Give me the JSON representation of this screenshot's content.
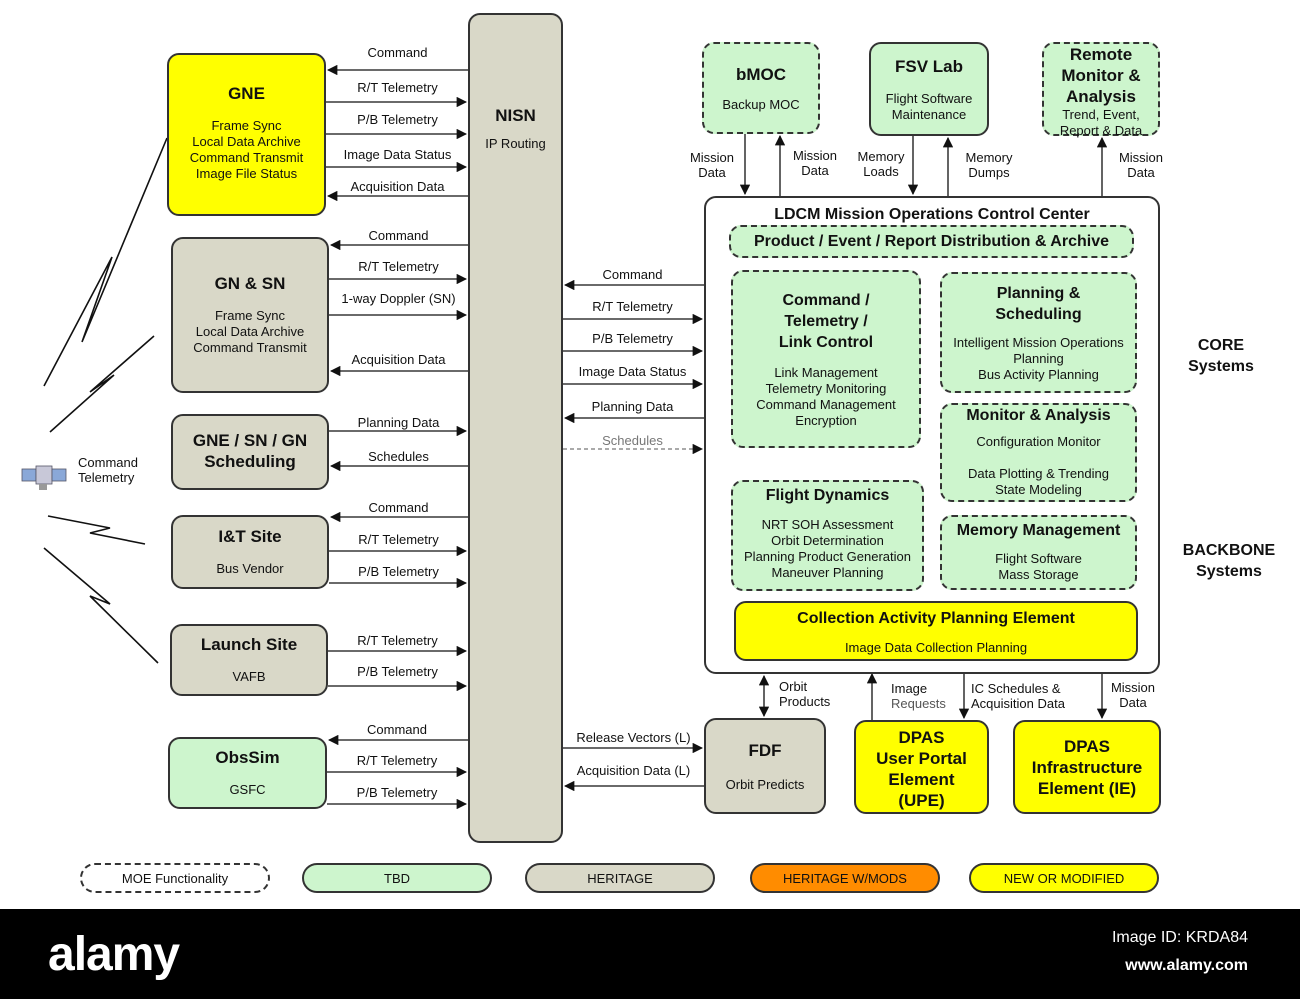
{
  "gne": {
    "title": "GNE",
    "lines": [
      "Frame Sync",
      "Local Data Archive",
      "Command Transmit",
      "Image File Status"
    ]
  },
  "gnsn": {
    "title": "GN & SN",
    "lines": [
      "Frame Sync",
      "Local Data Archive",
      "Command Transmit"
    ]
  },
  "sched": {
    "title_lines": [
      "GNE / SN / GN",
      "Scheduling"
    ]
  },
  "itsite": {
    "title": "I&T Site",
    "sub": "Bus Vendor"
  },
  "launch": {
    "title": "Launch Site",
    "sub": "VAFB"
  },
  "obssim": {
    "title": "ObsSim",
    "sub": "GSFC"
  },
  "nisn": {
    "title": "NISN",
    "sub": "IP Routing"
  },
  "bmoc": {
    "title": "bMOC",
    "sub": "Backup MOC"
  },
  "fsv": {
    "title": "FSV Lab",
    "lines": [
      "Flight Software",
      "Maintenance"
    ]
  },
  "remote": {
    "title_lines": [
      "Remote",
      "Monitor &",
      "Analysis"
    ],
    "lines": [
      "Trend, Event,",
      "Report & Data"
    ]
  },
  "moc": {
    "title": "LDCM Mission Operations Control Center"
  },
  "pedra": {
    "title": "Product / Event / Report Distribution & Archive"
  },
  "ctl": {
    "title_lines": [
      "Command /",
      "Telemetry /",
      "Link Control"
    ],
    "lines": [
      "Link Management",
      "Telemetry Monitoring",
      "Command Management",
      "Encryption"
    ]
  },
  "plan": {
    "title_lines": [
      "Planning &",
      "Scheduling"
    ],
    "lines": [
      "Intelligent Mission Operations",
      "Planning",
      "Bus Activity Planning"
    ]
  },
  "mon": {
    "title": "Monitor & Analysis",
    "lines": [
      "Configuration Monitor",
      "",
      "Data Plotting & Trending",
      "State Modeling"
    ]
  },
  "fd": {
    "title": "Flight Dynamics",
    "lines": [
      "NRT SOH Assessment",
      "Orbit  Determination",
      "Planning Product Generation",
      "Maneuver Planning"
    ]
  },
  "mem": {
    "title": "Memory Management",
    "lines": [
      "Flight Software",
      "Mass Storage"
    ]
  },
  "cape": {
    "title": "Collection Activity Planning Element",
    "sub": "Image Data Collection Planning"
  },
  "fdf": {
    "title": "FDF",
    "sub": "Orbit Predicts"
  },
  "upe": {
    "title_lines": [
      "DPAS",
      "User Portal",
      "Element",
      "(UPE)"
    ]
  },
  "ie": {
    "title_lines": [
      "DPAS",
      "Infrastructure",
      "Element (IE)"
    ]
  },
  "side": {
    "core": [
      "CORE",
      "Systems"
    ],
    "backbone": [
      "BACKBONE",
      "Systems"
    ]
  },
  "spacecraft": {
    "lines": [
      "Command",
      "Telemetry"
    ]
  },
  "labels": {
    "gne_cmd": "Command",
    "gne_rt": "R/T Telemetry",
    "gne_pb": "P/B Telemetry",
    "gne_ids": "Image Data Status",
    "gne_acq": "Acquisition Data",
    "gn_cmd": "Command",
    "gn_rt": "R/T Telemetry",
    "gn_dop": "1-way Doppler (SN)",
    "gn_acq": "Acquisition Data",
    "sc_plan": "Planning Data",
    "sc_sched": "Schedules",
    "it_cmd": "Command",
    "it_rt": "R/T Telemetry",
    "it_pb": "P/B Telemetry",
    "ls_rt": "R/T Telemetry",
    "ls_pb": "P/B Telemetry",
    "os_cmd": "Command",
    "os_rt": "R/T Telemetry",
    "os_pb": "P/B Telemetry",
    "m_cmd": "Command",
    "m_rt": "R/T Telemetry",
    "m_pb": "P/B Telemetry",
    "m_ids": "Image Data Status",
    "m_plan": "Planning Data",
    "m_sched": "Schedules",
    "rel": "Release Vectors (L)",
    "acq": "Acquisition Data (L)",
    "bm_md1": [
      "Mission",
      "Data"
    ],
    "bm_md2": [
      "Mission",
      "Data"
    ],
    "fsv_ml": [
      "Memory",
      "Loads"
    ],
    "fsv_md": [
      "Memory",
      "Dumps"
    ],
    "rm_md": [
      "Mission",
      "Data"
    ],
    "orbit": [
      "Orbit",
      "Products"
    ],
    "imgreq": [
      "Image",
      "Requests"
    ],
    "ics": [
      "IC Schedules &",
      "Acquisition Data"
    ],
    "ie_md": [
      "Mission",
      "Data"
    ]
  },
  "legend": {
    "moe": "MOE Functionality",
    "tbd": "TBD",
    "heritage": "HERITAGE",
    "hmods": "HERITAGE W/MODS",
    "new": "NEW OR MODIFIED"
  },
  "legend_colors": {
    "tbd": "#cdf5cd",
    "heritage": "#d9d8c8",
    "hmods": "#ff8c00",
    "new": "#ffff00"
  },
  "footer": {
    "logo": "alamy",
    "image_id": "Image ID: KRDA84",
    "site": "www.alamy.com"
  }
}
